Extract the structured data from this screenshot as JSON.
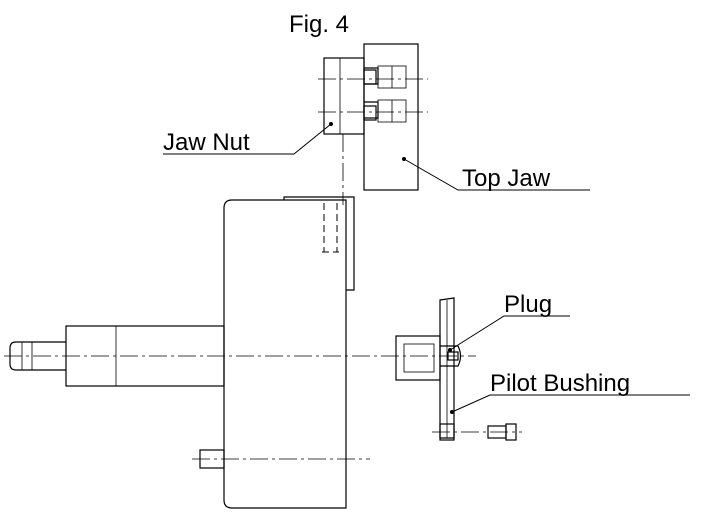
{
  "figure": {
    "title": "Fig. 4"
  },
  "callouts": {
    "jaw_nut": "Jaw Nut",
    "top_jaw": "Top Jaw",
    "plug": "Plug",
    "pilot_bushing": "Pilot Bushing"
  },
  "style": {
    "line_color": "#000000",
    "background": "#ffffff"
  }
}
